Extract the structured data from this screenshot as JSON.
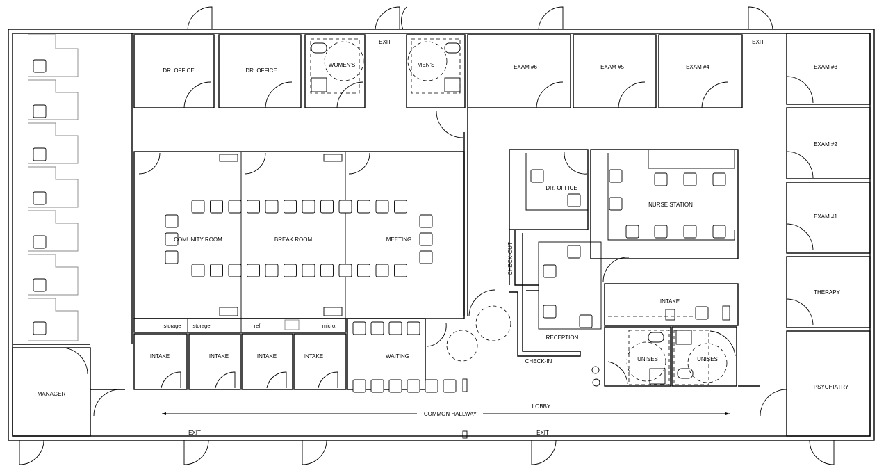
{
  "plan": {
    "rooms": {
      "dr_office_1": "DR. OFFICE",
      "dr_office_2": "DR. OFFICE",
      "womens": "WOMEN'S",
      "exit_top_1": "EXIT",
      "mens": "MEN'S",
      "exam6": "EXAM #6",
      "exam5": "EXAM #5",
      "exam4": "EXAM #4",
      "exit_top_2": "EXIT",
      "exam3": "EXAM #3",
      "exam2": "EXAM #2",
      "exam1": "EXAM #1",
      "therapy": "THERAPY",
      "psychiatry": "PSYCHIATRY",
      "community_room": "COMUNITY ROOM",
      "break_room": "BREAK ROOM",
      "meeting": "MEETING",
      "storage_1": "storage",
      "storage_2": "storage",
      "ref": "ref.",
      "micro": "micro.",
      "intake_1": "INTAKE",
      "intake_2": "INTAKE",
      "intake_3": "INTAKE",
      "intake_4": "INTAKE",
      "waiting": "WAITING",
      "manager": "MANAGER",
      "dr_office_3": "DR. OFFICE",
      "nurse_station": "NURSE STATION",
      "check_out": "CHECK-OUT",
      "check_in": "CHECK-IN",
      "reception": "RECEPTION",
      "intake_5": "INTAKE",
      "unisex_1": "UNISES",
      "unisex_2": "UNISES",
      "lobby": "LOBBY",
      "common_hallway": "COMMON HALLWAY",
      "exit_bottom_1": "EXIT",
      "exit_bottom_2": "EXIT"
    }
  }
}
